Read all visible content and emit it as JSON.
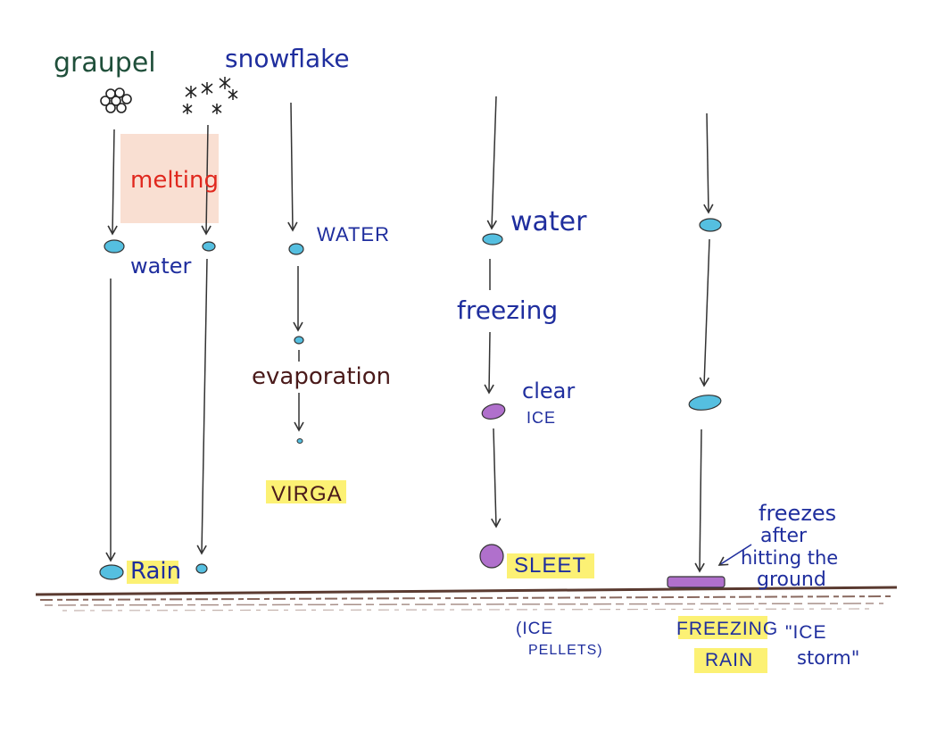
{
  "colors": {
    "ink_green": "#1f4f3a",
    "ink_blue": "#1f2e9e",
    "ink_red": "#e0281e",
    "ink_brown": "#4a1a1a",
    "arrow": "#333333",
    "water_drop": "#55bfe0",
    "ice": "#b070cc",
    "highlight": "#fbee5c",
    "melting_band": "#f6d2bf",
    "ground": "#5a3a30"
  },
  "labels": {
    "graupel": "graupel",
    "snowflake": "snowflake",
    "melting": "melting",
    "water_col1": "water",
    "rain": "Rain",
    "water_col3": "WATER",
    "evaporation": "evaporation",
    "virga": "VIRGA",
    "water_col4": "water",
    "freezing": "freezing",
    "clear_ice_line1": "clear",
    "clear_ice_line2": "ICE",
    "sleet": "SLEET",
    "ice_pellets_line1": "(ICE",
    "ice_pellets_line2": "PELLETS)",
    "freezes_line1": "freezes",
    "freezes_line2": "after",
    "freezes_line3": "hitting the",
    "freezes_line4": "ground",
    "freezing_rain_line1": "FREEZING",
    "freezing_rain_line2": "RAIN",
    "ice_storm_line1": "\"ICE",
    "ice_storm_line2": "storm\""
  },
  "icons": {
    "graupel": "graupel-cluster-icon",
    "snowflakes": "snowflake-icon",
    "water_drop": "water-drop-icon",
    "ice_pellet": "ice-pellet-icon",
    "glaze": "ice-glaze-icon"
  }
}
